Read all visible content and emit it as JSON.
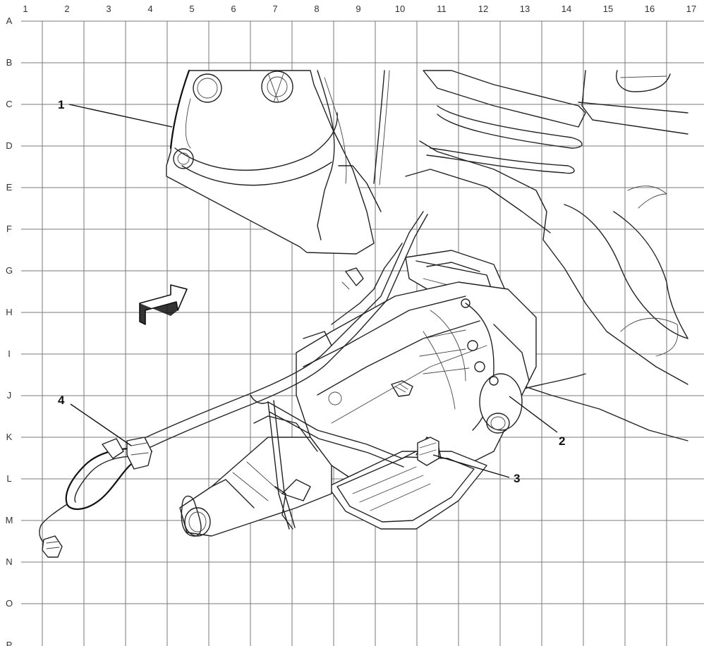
{
  "grid": {
    "columns": [
      "1",
      "2",
      "3",
      "4",
      "5",
      "6",
      "7",
      "8",
      "9",
      "10",
      "11",
      "12",
      "13",
      "14",
      "15",
      "16",
      "17"
    ],
    "rows": [
      "A",
      "B",
      "C",
      "D",
      "E",
      "F",
      "G",
      "H",
      "I",
      "J",
      "K",
      "L",
      "M",
      "N",
      "O",
      "P"
    ]
  },
  "callouts": [
    {
      "id": "1",
      "label": "1"
    },
    {
      "id": "2",
      "label": "2"
    },
    {
      "id": "3",
      "label": "3"
    },
    {
      "id": "4",
      "label": "4"
    }
  ],
  "colors": {
    "ink": "#222222",
    "grid": "#7a7a7a",
    "background": "#ffffff"
  },
  "icons": {
    "direction_arrow": "front-direction-arrow-icon"
  }
}
